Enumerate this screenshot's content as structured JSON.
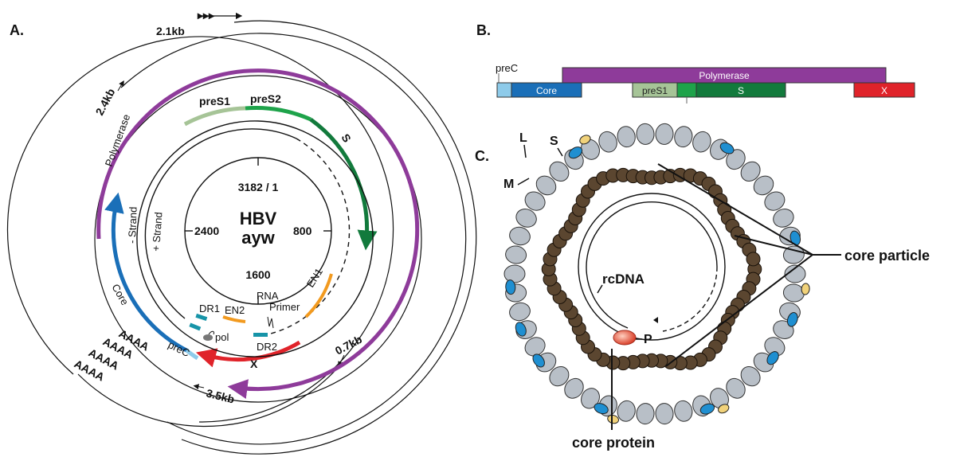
{
  "panels": {
    "a": "A.",
    "b": "B.",
    "c": "C."
  },
  "genome": {
    "name_line1": "HBV",
    "name_line2": "ayw",
    "positions": {
      "top": "3182 / 1",
      "left": "2400",
      "right": "800",
      "bottom": "1600"
    },
    "strands": {
      "minus": "- Strand",
      "plus": "+ Strand"
    },
    "transcripts": {
      "t21": "2.1kb",
      "t24": "2.4kb",
      "t07": "0.7kb",
      "t35": "3.5kb"
    },
    "polyA": "AAAA",
    "orfs": {
      "preS1": "preS1",
      "preS2": "preS2",
      "S": "S",
      "polymerase": "Polymerase",
      "core": "Core",
      "preC": "preC",
      "X": "X"
    },
    "elements": {
      "en1": "EN1",
      "en2": "EN2",
      "dr1": "DR1",
      "dr2": "DR2",
      "pol": "pol",
      "rna": "RNA",
      "primer": "Primer"
    }
  },
  "linear_map": {
    "preC": "preC",
    "core": "Core",
    "polymerase": "Polymerase",
    "preS1": "preS1",
    "S": "S",
    "X": "X"
  },
  "virion": {
    "L": "L",
    "S": "S",
    "M": "M",
    "rcDNA": "rcDNA",
    "P": "P",
    "core_particle": "core particle",
    "core_protein": "core protein"
  },
  "colors": {
    "polymerase": "#8e3b9a",
    "s": "#127a3c",
    "preS2": "#1ea34a",
    "preS1": "#a6c497",
    "core": "#1a6fb8",
    "preC": "#8ecbea",
    "x": "#e0232a",
    "en": "#f29a1f",
    "dr": "#1794a8",
    "envelope": "#b8bfc7",
    "capsid": "#5b4630",
    "mprotein": "#1f8fd1",
    "lprotein": "#f1d27a"
  }
}
